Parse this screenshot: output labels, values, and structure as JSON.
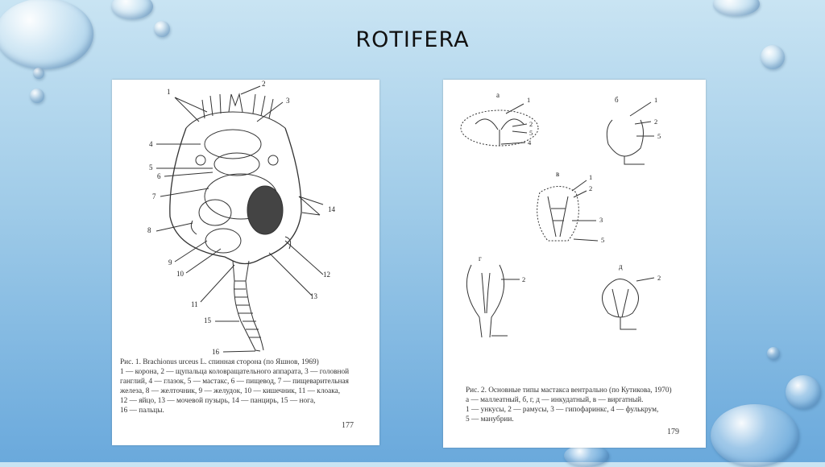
{
  "slide": {
    "title": "ROTIFERA"
  },
  "left_page": {
    "caption": "Рис. 1. Brachionus urceus L. спинная сторона (по Яшнов, 1969)\n1 — корона, 2 — щупальца коловращательного аппарата, 3 — головной\nганглий, 4 — глазок, 5 — мастакс, 6 — пищевод, 7 — пищеварительная\nжелеза, 8 — желточник, 9 — желудок, 10 — кишечник, 11 — клоака,\n12 — яйцо, 13 — мочевой пузырь, 14 — панцирь, 15 — нога,\n16 — пальцы.",
    "page_number": "177",
    "figure_labels": [
      "1",
      "2",
      "3",
      "4",
      "5",
      "6",
      "7",
      "8",
      "9",
      "10",
      "11",
      "12",
      "13",
      "14",
      "15",
      "16"
    ]
  },
  "right_page": {
    "caption": "Рис. 2. Основные типы мастакса вентрально (по Кутикова, 1970)\nа — маллеатный, б, г, д — инкудатный, в — виргатный.\n1 — ункусы, 2 — рамусы, 3 — гипофаринкс, 4 — фулькрум,\n5 — манубрии.",
    "page_number": "179",
    "panel_letters": [
      "а",
      "б",
      "в",
      "г",
      "д"
    ]
  }
}
